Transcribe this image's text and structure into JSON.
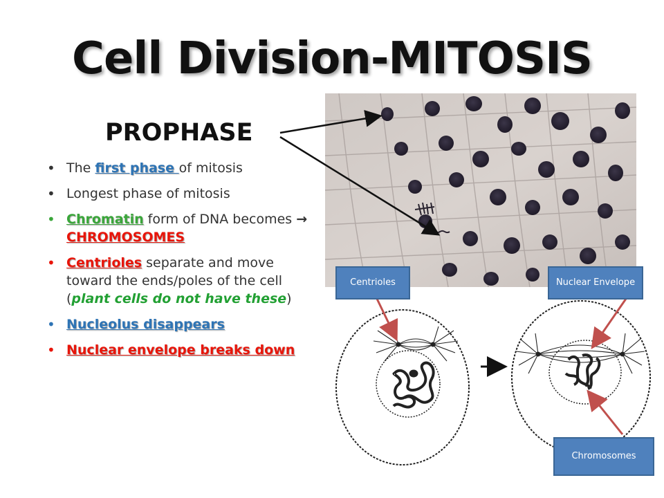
{
  "slide": {
    "title": "Cell Division-MITOSIS",
    "subtitle": "PROPHASE"
  },
  "bullets": {
    "b1": {
      "pre": "The ",
      "kw": "first phase ",
      "post": "of mitosis"
    },
    "b2": {
      "text": "Longest phase of mitosis"
    },
    "b3": {
      "kw": "Chromatin",
      "mid": " form of DNA becomes ",
      "arrow": "→",
      "kw2": " CHROMOSOMES"
    },
    "b4": {
      "kw": "Centrioles",
      "mid": " separate and move toward the ends/poles of the cell (",
      "ital": "plant cells do not have these",
      "post": ")"
    },
    "b5": {
      "kw": "Nucleolus disappears"
    },
    "b6": {
      "kw": "Nuclear envelope breaks down"
    }
  },
  "bullet_symbol": "•",
  "labels": {
    "centrioles": "Centrioles",
    "nuclear_envelope": "Nuclear Envelope",
    "chromosomes": "Chromosomes"
  },
  "diagram_arrow": "→",
  "colors": {
    "blue": "#2e74b5",
    "green": "#3aa63a",
    "red": "#e8150a",
    "label_box": "#4f81bd",
    "pointer": "#c0504d"
  }
}
